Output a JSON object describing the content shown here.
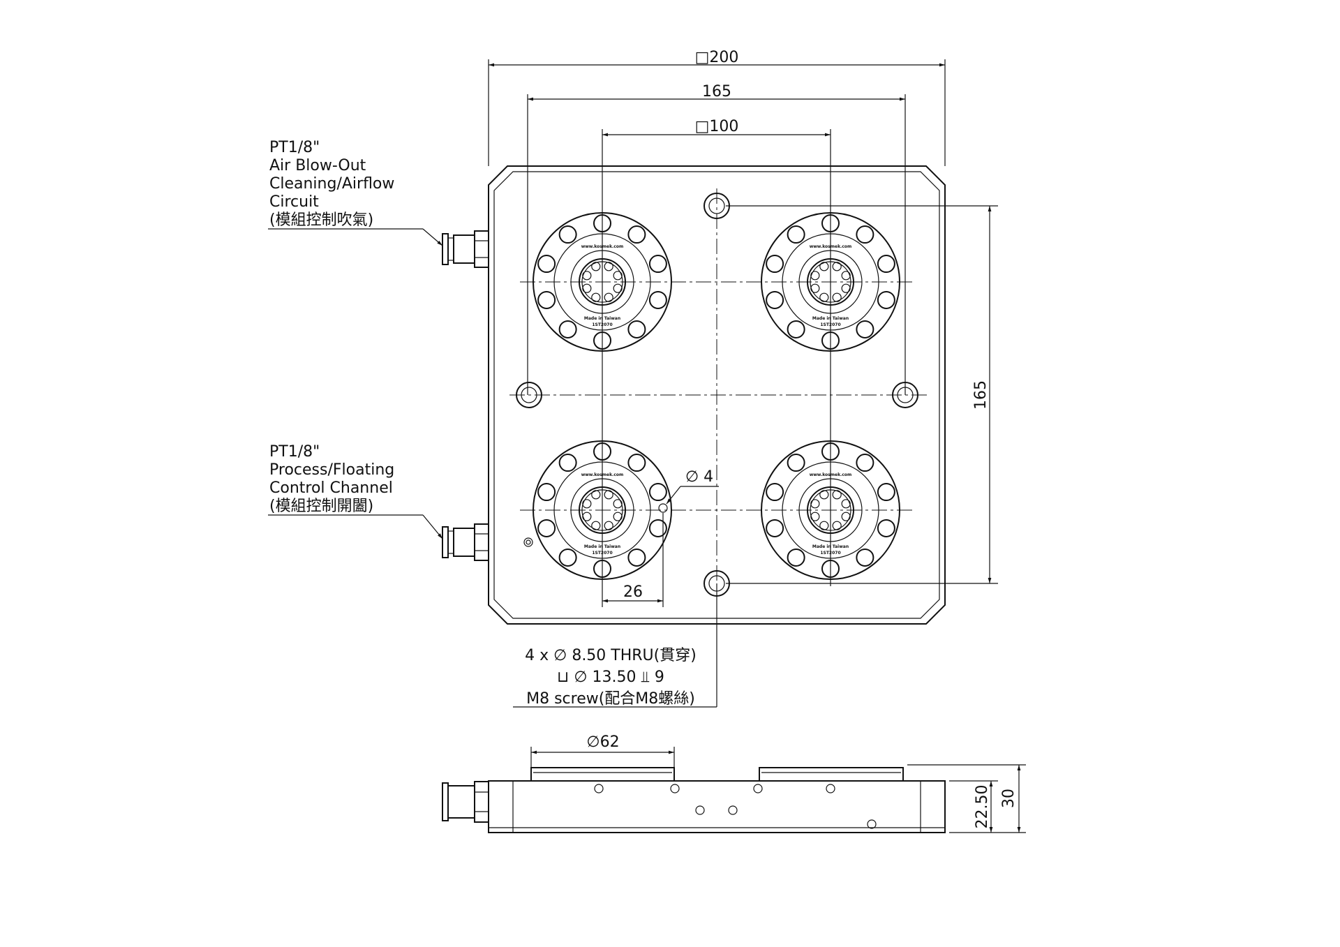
{
  "dimensions": {
    "overall_width": "□200",
    "outer_hole_spacing": "165",
    "module_spacing": "□100",
    "vertical_spacing": "165",
    "small_hole_dia": "∅ 4",
    "small_hole_offset": "26",
    "module_diameter": "∅62",
    "body_height": "22.50",
    "total_height": "30"
  },
  "callouts": {
    "air_blow": [
      "PT1/8\"",
      "Air Blow-Out",
      "Cleaning/Airflow",
      "Circuit",
      "(模組控制吹氣)"
    ],
    "process": [
      "PT1/8\"",
      "Process/Floating",
      "Control Channel",
      "(模組控制開闔)"
    ],
    "hole_note": [
      "4 x  ∅  8.50 THRU(貫穿)",
      "⊔  ∅  13.50 ⫫ 9",
      "M8 screw(配合M8螺絲)"
    ]
  },
  "module_markings": {
    "website": "www.kosmek.com",
    "origin": "Made in Taiwan",
    "part_no": "1ST2070"
  }
}
